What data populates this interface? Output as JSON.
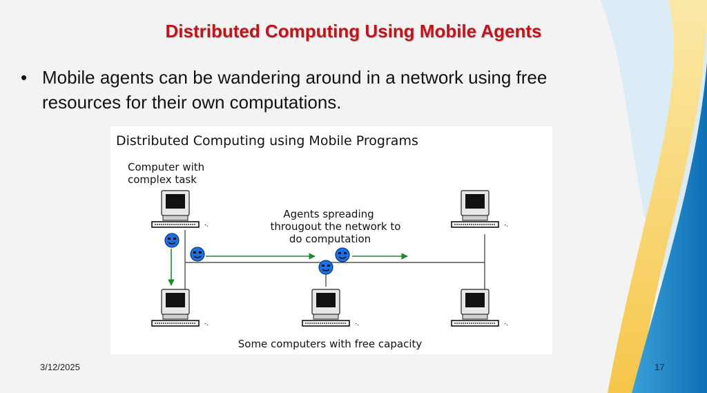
{
  "slide": {
    "title": "Distributed Computing Using Mobile Agents",
    "bullets": [
      "Mobile agents can be wandering around in a network using free resources for their own computations."
    ],
    "footer": {
      "date": "3/12/2025",
      "page_number": "17"
    }
  },
  "figure": {
    "title": "Distributed Computing using Mobile Programs",
    "label_source": [
      "Computer with",
      "complex task"
    ],
    "label_agents": [
      "Agents spreading",
      "througout the network to",
      "do computation"
    ],
    "label_free": "Some computers with free capacity",
    "colors": {
      "arrow": "#1a8a2a",
      "agent": "#1c6fe0",
      "line": "#333333"
    }
  }
}
